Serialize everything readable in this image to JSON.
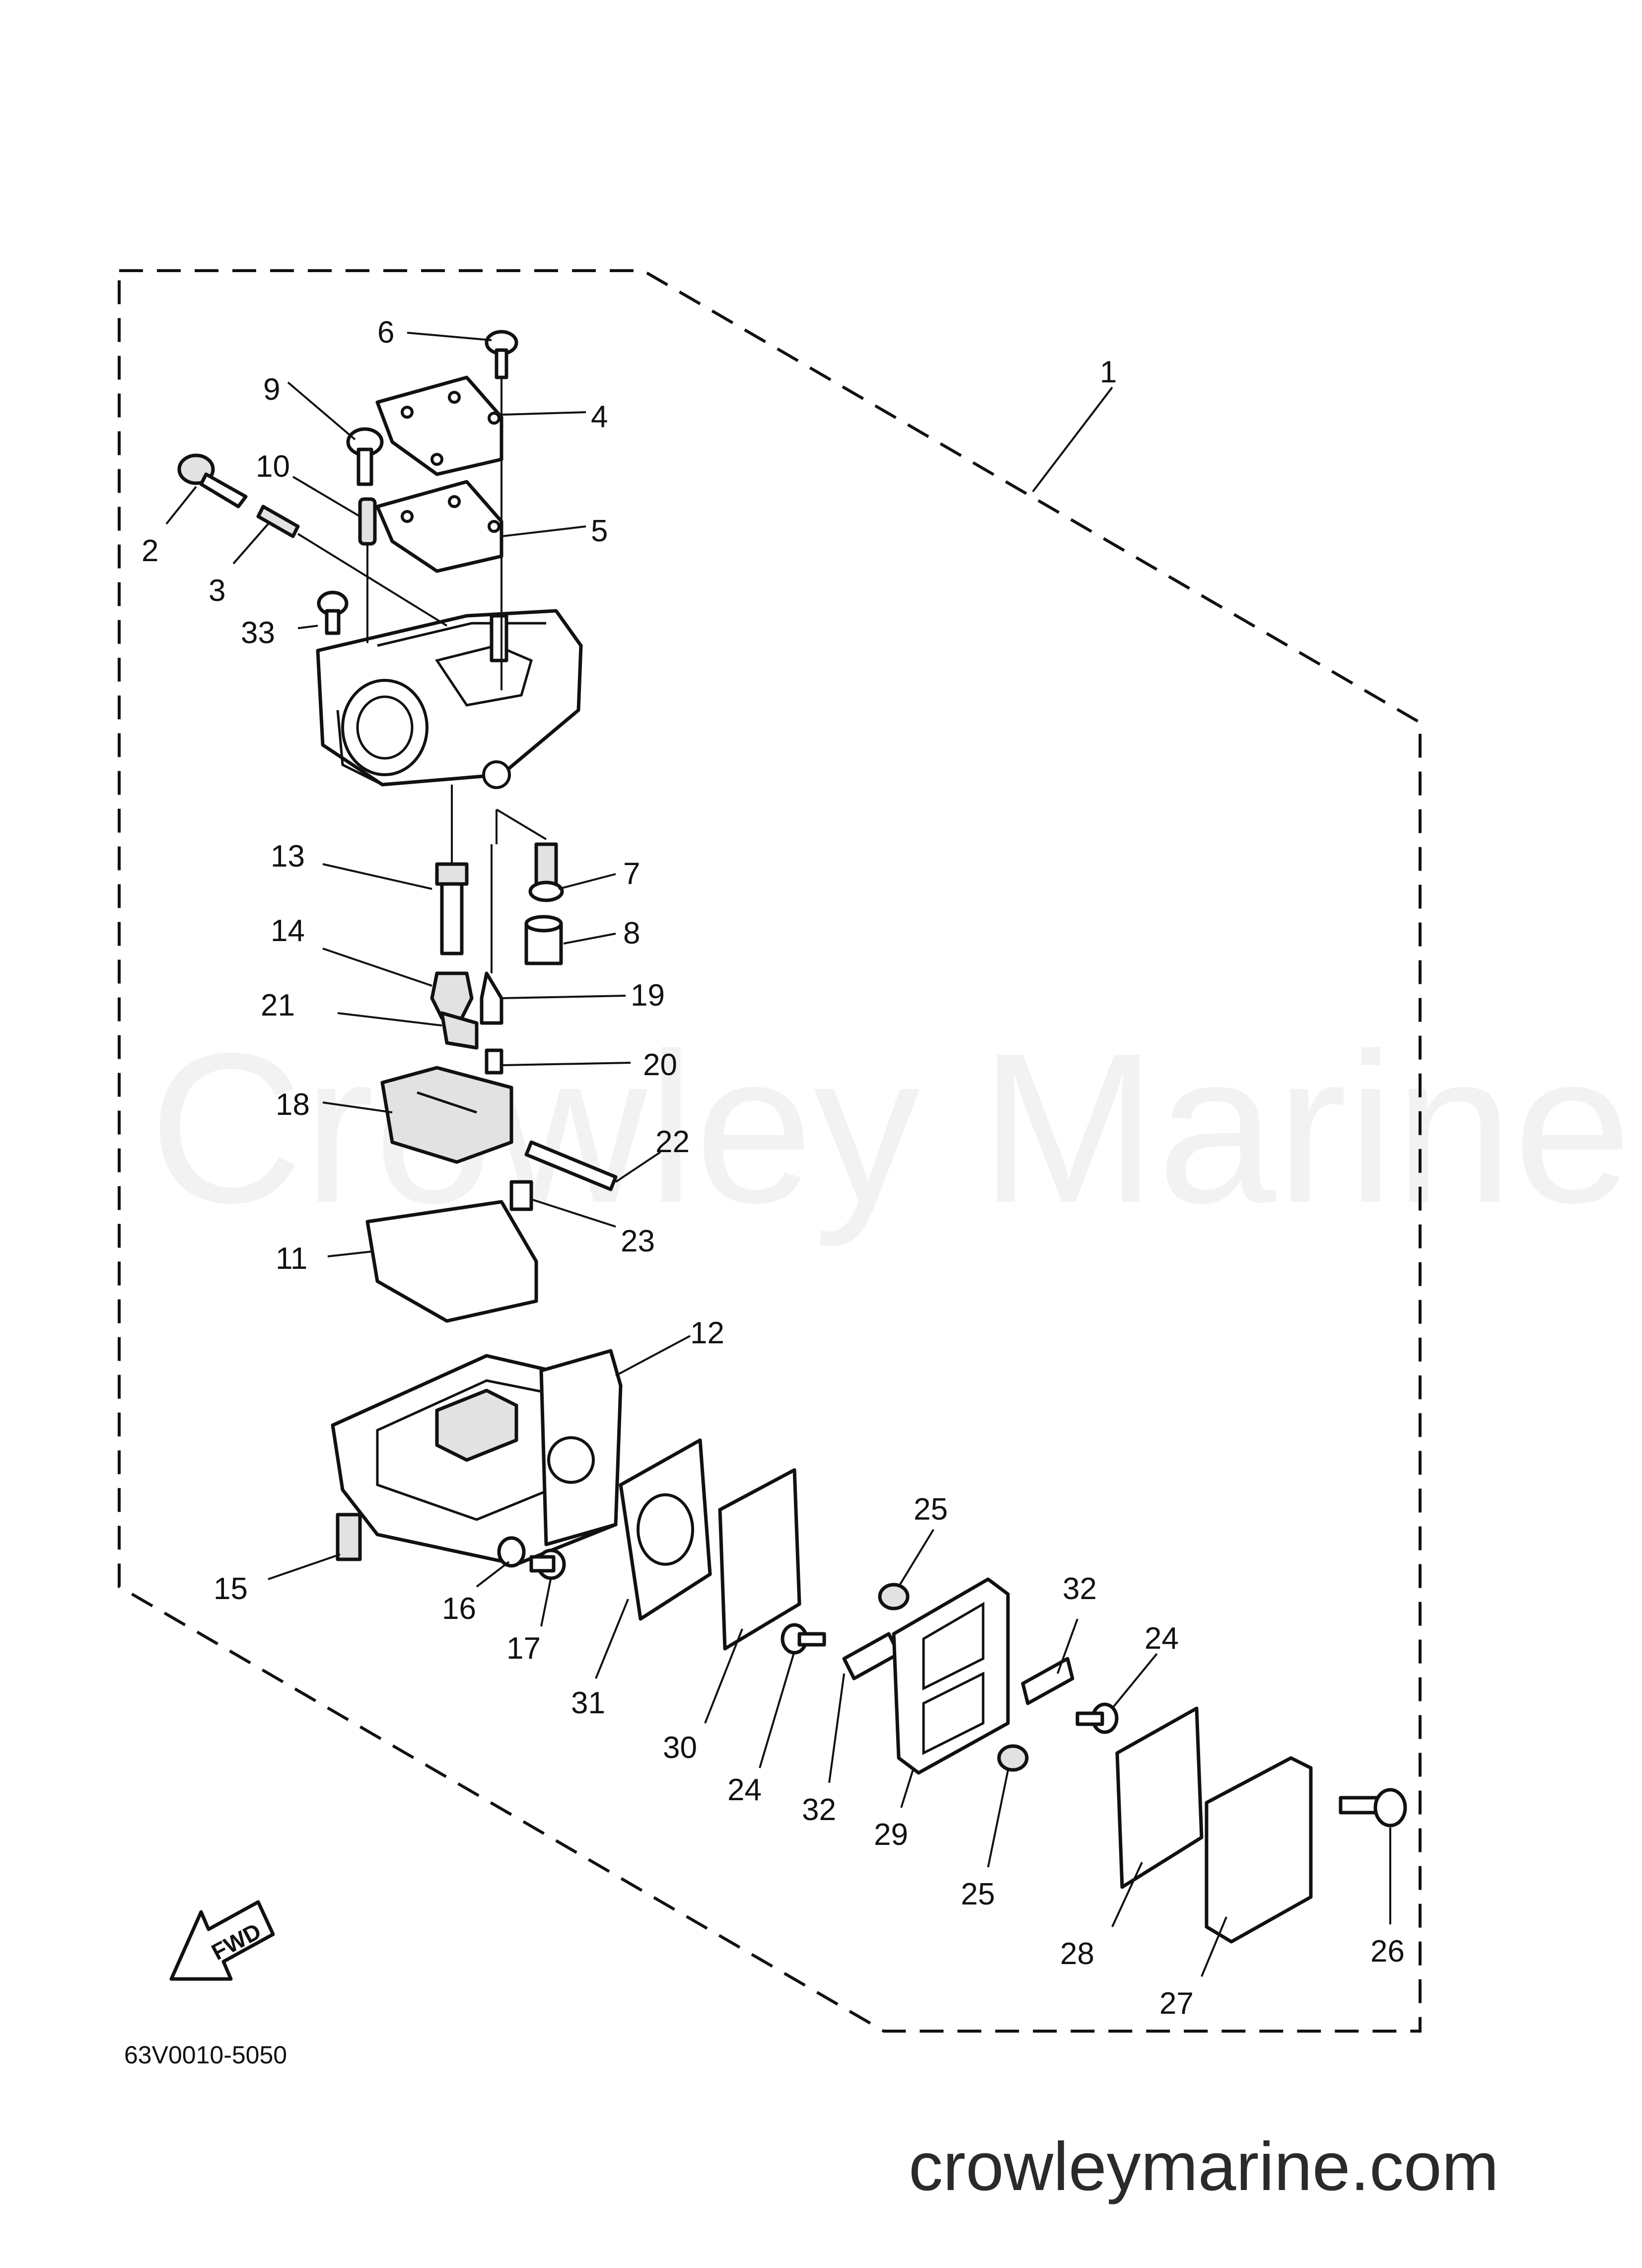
{
  "diagram": {
    "part_labels": [
      "1",
      "2",
      "3",
      "4",
      "5",
      "6",
      "7",
      "8",
      "9",
      "10",
      "11",
      "12",
      "13",
      "14",
      "15",
      "16",
      "17",
      "18",
      "19",
      "20",
      "21",
      "22",
      "23",
      "24",
      "24",
      "25",
      "25",
      "26",
      "27",
      "28",
      "29",
      "30",
      "31",
      "32",
      "32",
      "33"
    ],
    "diagram_code": "63V0010-5050",
    "fwd_label": "FWD",
    "watermark": "Crowley Marine",
    "website": "crowleymarine.com"
  }
}
